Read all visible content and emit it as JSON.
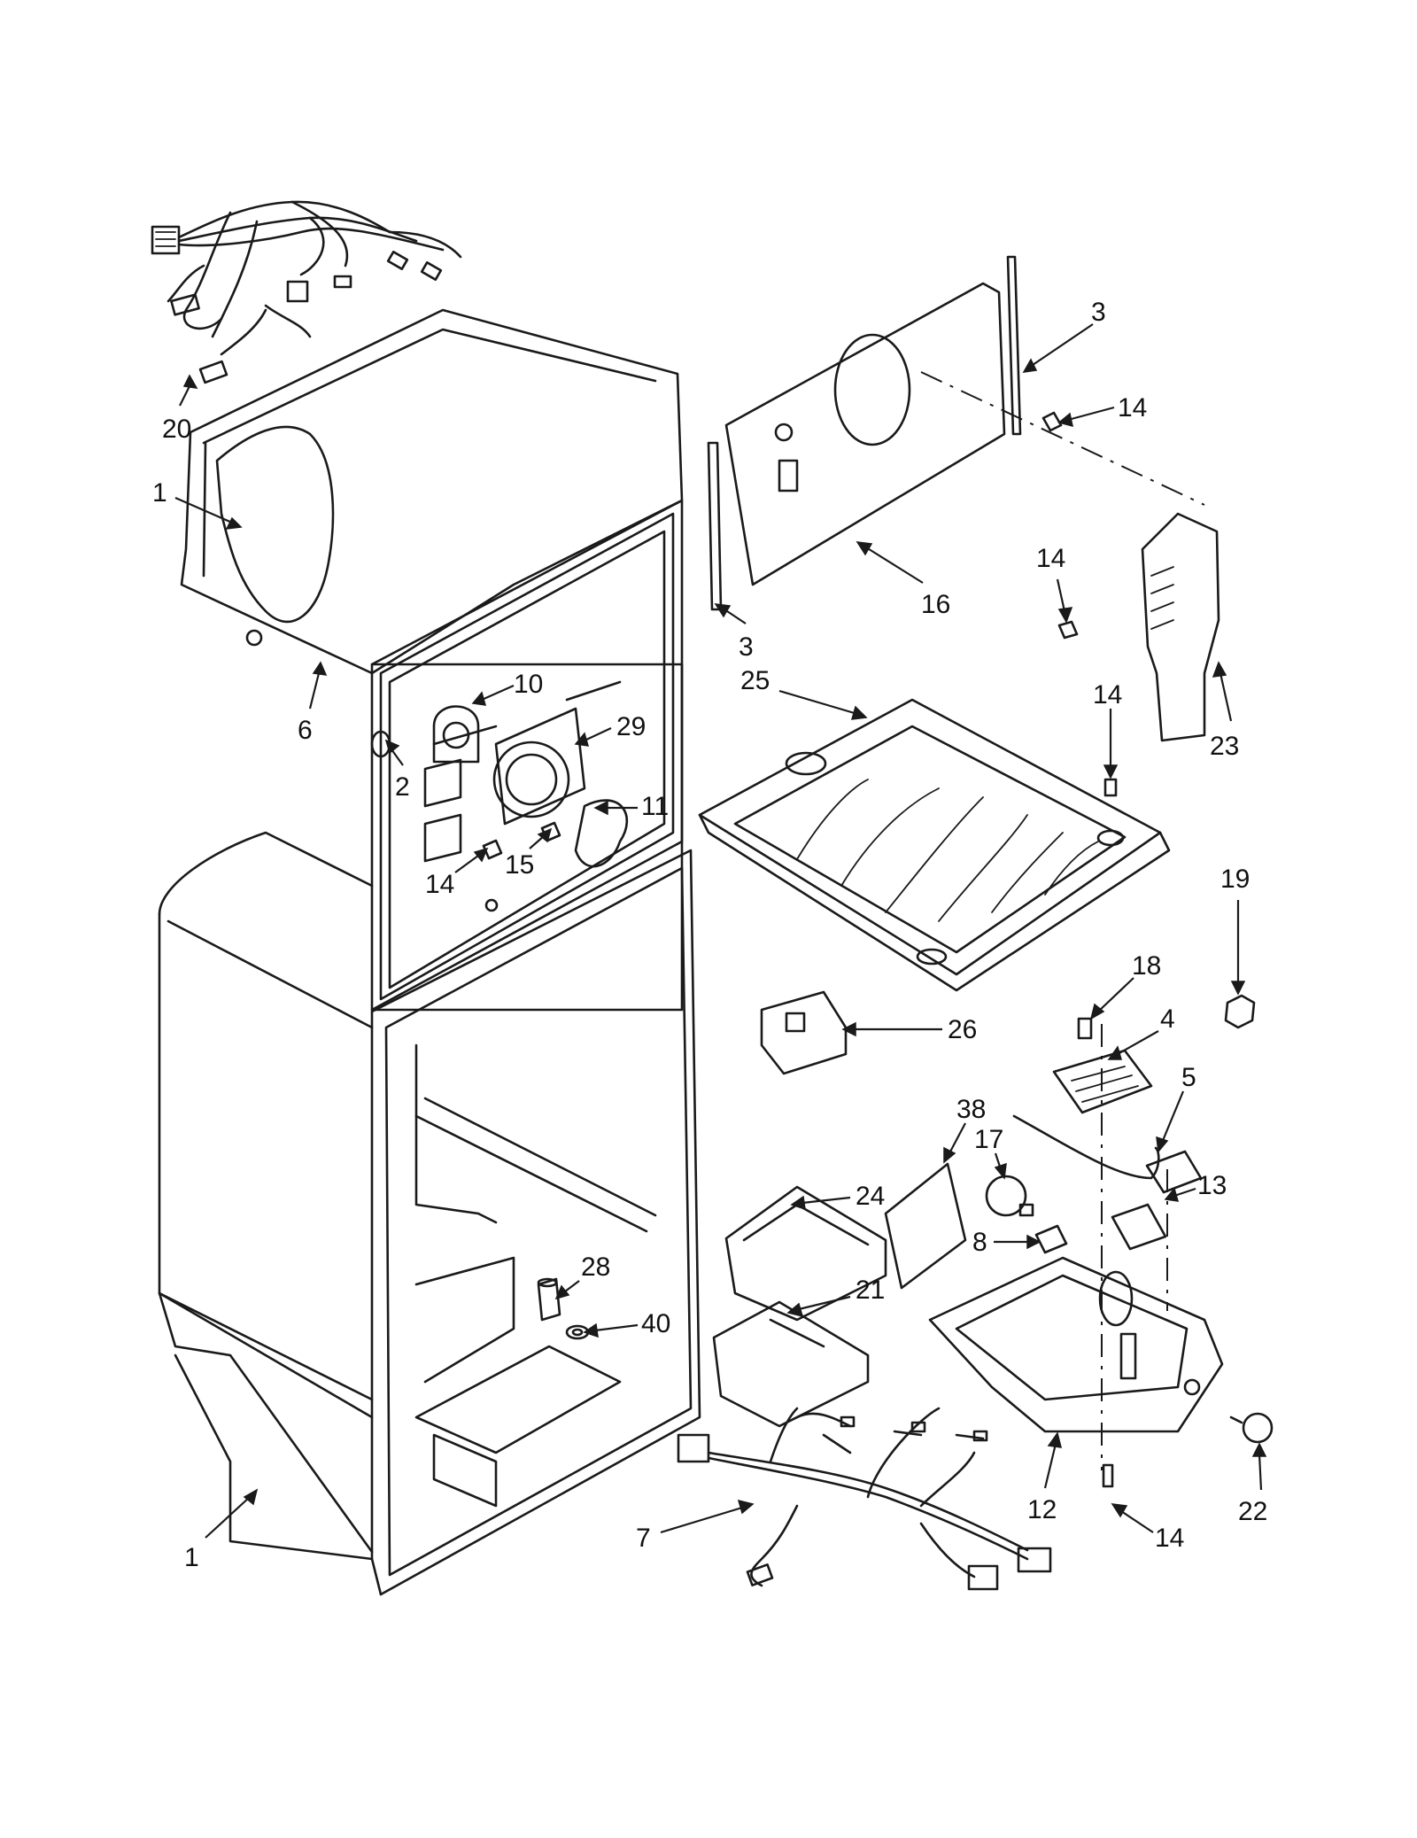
{
  "diagram": {
    "callouts": [
      {
        "id": "c20",
        "label": "20"
      },
      {
        "id": "c1-top",
        "label": "1"
      },
      {
        "id": "c6",
        "label": "6"
      },
      {
        "id": "c10",
        "label": "10"
      },
      {
        "id": "c29",
        "label": "29"
      },
      {
        "id": "c2",
        "label": "2"
      },
      {
        "id": "c11",
        "label": "11"
      },
      {
        "id": "c15",
        "label": "15"
      },
      {
        "id": "c14-a",
        "label": "14"
      },
      {
        "id": "c3-top",
        "label": "3"
      },
      {
        "id": "c14-b",
        "label": "14"
      },
      {
        "id": "c16",
        "label": "16"
      },
      {
        "id": "c3-bottom",
        "label": "3"
      },
      {
        "id": "c14-c",
        "label": "14"
      },
      {
        "id": "c23",
        "label": "23"
      },
      {
        "id": "c25",
        "label": "25"
      },
      {
        "id": "c14-d",
        "label": "14"
      },
      {
        "id": "c19",
        "label": "19"
      },
      {
        "id": "c18",
        "label": "18"
      },
      {
        "id": "c26",
        "label": "26"
      },
      {
        "id": "c4",
        "label": "4"
      },
      {
        "id": "c5",
        "label": "5"
      },
      {
        "id": "c38",
        "label": "38"
      },
      {
        "id": "c17",
        "label": "17"
      },
      {
        "id": "c13",
        "label": "13"
      },
      {
        "id": "c24",
        "label": "24"
      },
      {
        "id": "c8",
        "label": "8"
      },
      {
        "id": "c28",
        "label": "28"
      },
      {
        "id": "c40",
        "label": "40"
      },
      {
        "id": "c21",
        "label": "21"
      },
      {
        "id": "c7",
        "label": "7"
      },
      {
        "id": "c12",
        "label": "12"
      },
      {
        "id": "c22",
        "label": "22"
      },
      {
        "id": "c14-e",
        "label": "14"
      },
      {
        "id": "c1-bottom",
        "label": "1"
      }
    ]
  }
}
